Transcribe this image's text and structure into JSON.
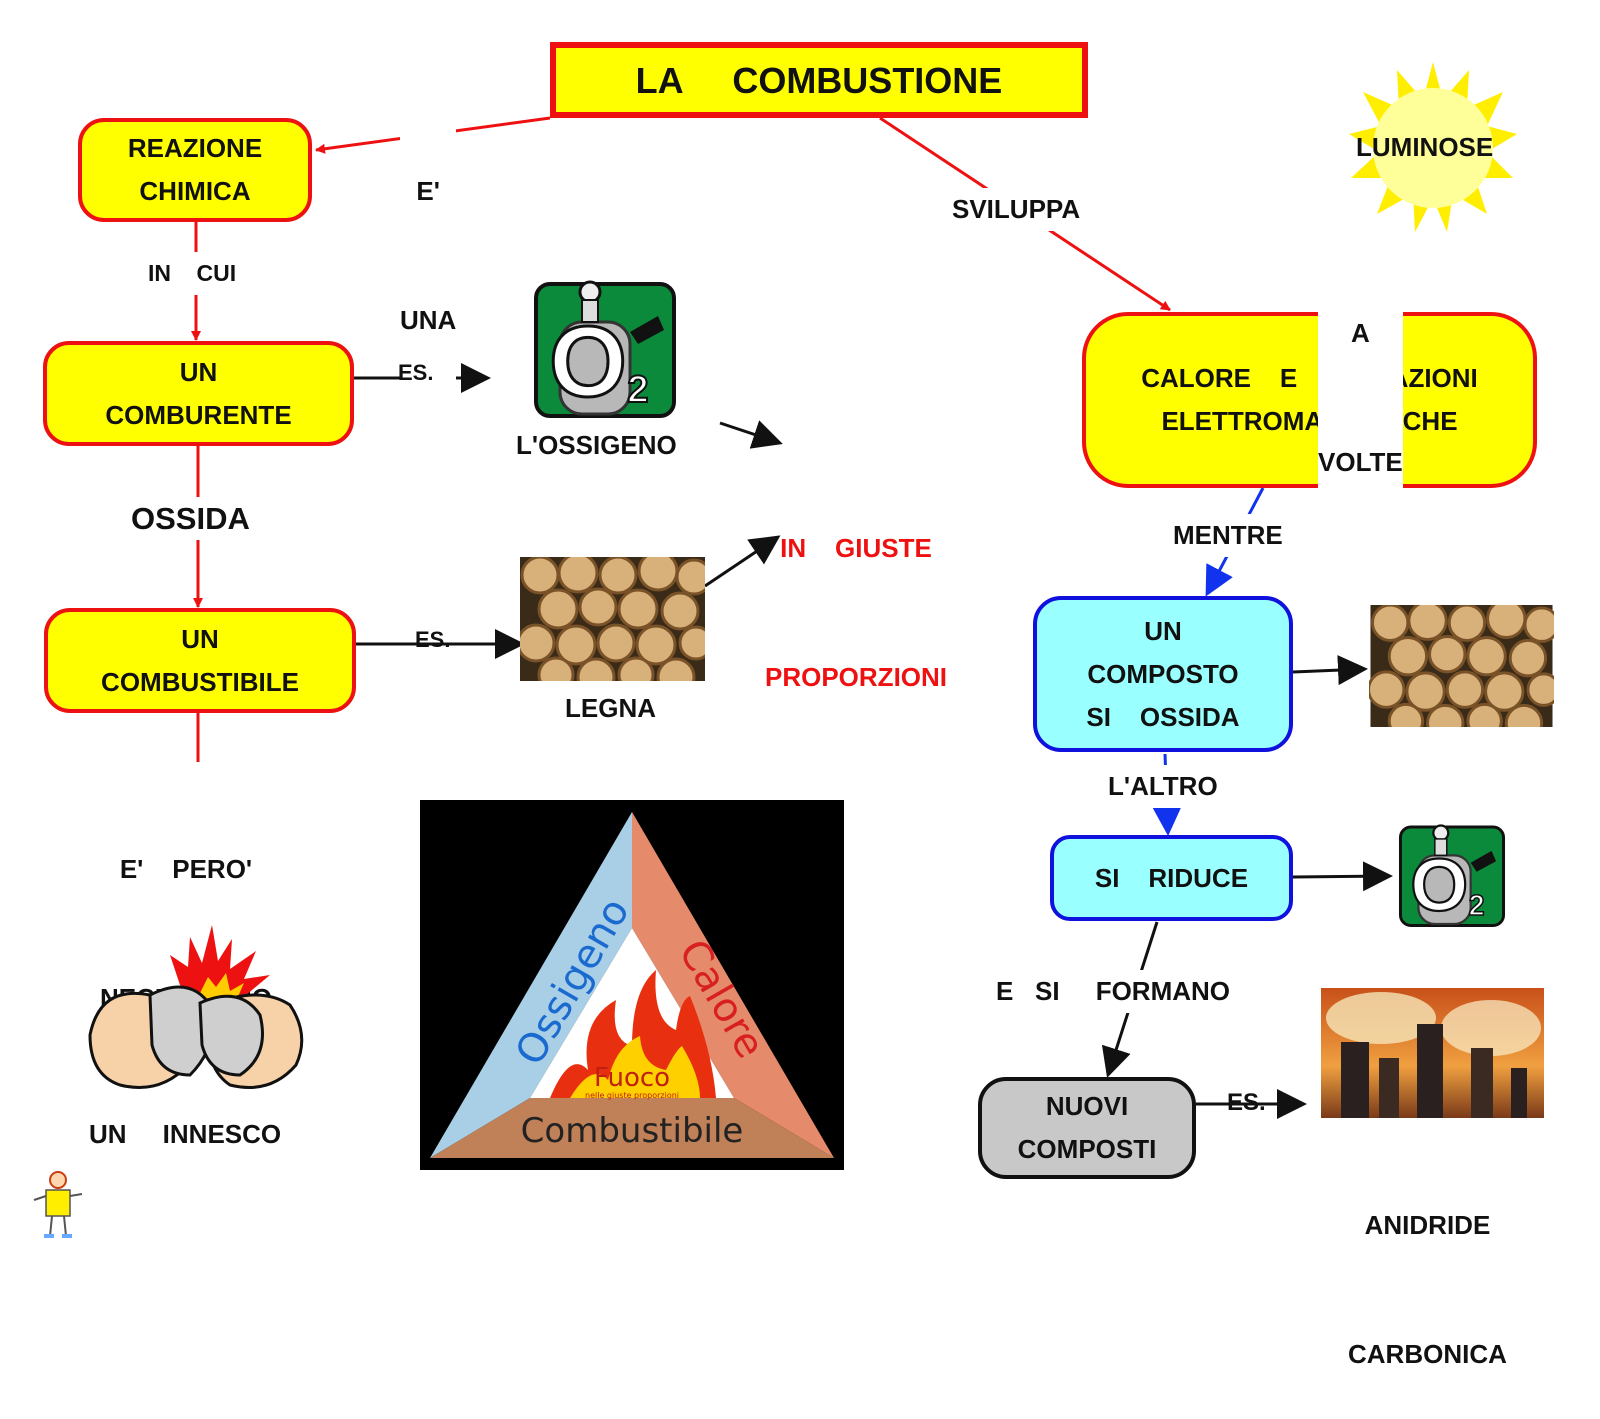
{
  "title": "LA     COMBUSTIONE",
  "nodes": {
    "reazione": [
      "REAZIONE",
      "CHIMICA"
    ],
    "comburente": [
      "UN",
      "COMBURENTE"
    ],
    "combustibile": [
      "UN",
      "COMBUSTIBILE"
    ],
    "calore": [
      "CALORE    E    RADIAZIONI",
      "ELETTROMAGNETICHE"
    ],
    "composto": [
      "UN",
      "COMPOSTO",
      "SI    OSSIDA"
    ],
    "riduce": "SI    RIDUCE",
    "nuovi": [
      "NUOVI",
      "COMPOSTI"
    ]
  },
  "labels": {
    "e_una": [
      "E'",
      "UNA"
    ],
    "sviluppa": "SVILUPPA",
    "in_cui": "IN    CUI",
    "es1": "ES.",
    "es2": "ES.",
    "es3": "ES.",
    "ossida": "OSSIDA",
    "pero": [
      "E'    PERO'",
      "NECESSARIO"
    ],
    "a_volte": [
      "A",
      "VOLTE"
    ],
    "mentre": "MENTRE",
    "laltro": "L'ALTRO",
    "formano": "E   SI     FORMANO",
    "ossigeno_caption": "L'OSSIGENO",
    "legna_caption": "LEGNA",
    "innesco_caption": "UN     INNESCO",
    "proporzioni": [
      "IN    GIUSTE",
      "PROPORZIONI"
    ],
    "luminose": "LUMINOSE",
    "anidride": [
      "ANIDRIDE",
      "CARBONICA"
    ]
  },
  "triangle": {
    "left": "Ossigeno",
    "right": "Calore",
    "bottom": "Combustibile",
    "center": "Fuoco",
    "center_sub": "nelle giuste proporzioni"
  },
  "colors": {
    "node_fill": "#ffff00",
    "node_border": "#ee1111",
    "cyan_fill": "#99ffff",
    "cyan_border": "#1111dd",
    "grey_fill": "#c8c8c8",
    "red_arrow": "#ee1111",
    "blue_arrow": "#1133ee",
    "black_arrow": "#111111"
  }
}
